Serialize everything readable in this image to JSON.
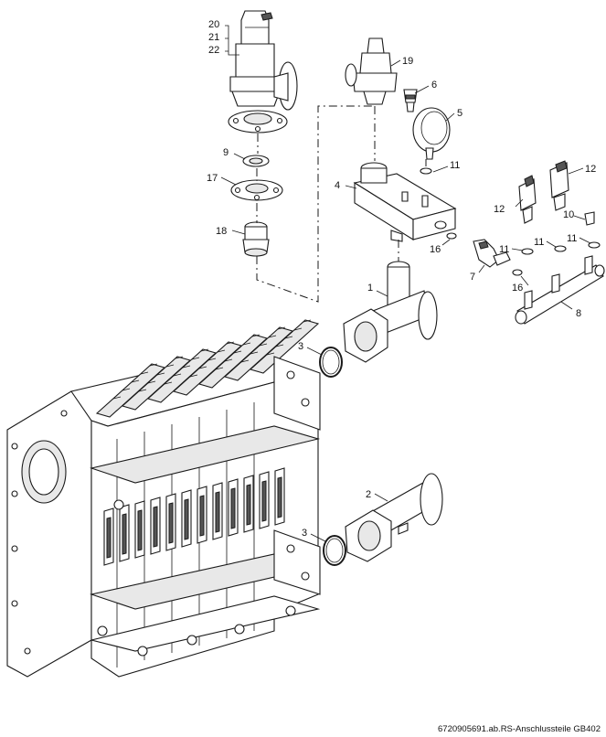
{
  "labels": {
    "p20": "20",
    "p21": "21",
    "p22": "22",
    "p19": "19",
    "p6": "6",
    "p5": "5",
    "p9": "9",
    "p17": "17",
    "p18": "18",
    "p4": "4",
    "p11a": "11",
    "p12a": "12",
    "p12b": "12",
    "p10": "10",
    "p11b": "11",
    "p11c": "11",
    "p11d": "11",
    "p16a": "16",
    "p7": "7",
    "p16b": "16",
    "p8": "8",
    "p1": "1",
    "p3a": "3",
    "p2": "2",
    "p3b": "3"
  },
  "reference": "6720905691.ab.RS-Anschlussteile GB402"
}
